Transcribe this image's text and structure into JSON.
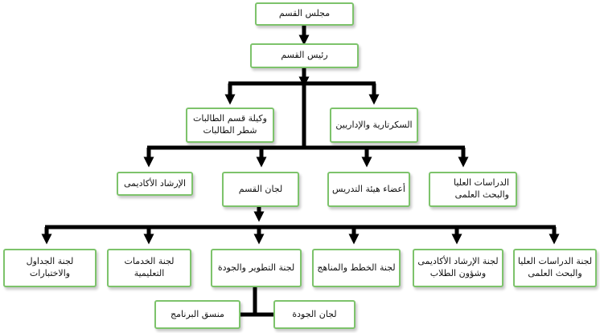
{
  "nodes": {
    "council": "مجلس القسم",
    "head": "رئيس القسم",
    "secretary": "السكرتارية والإداريين",
    "vice": "وكيلة قسم الطالبات\nشطر الطالبات",
    "grad_studies": "الدراسات العليا\nوالبحث العلمى",
    "faculty": "أعضاء هيئة التدريس",
    "committees": "لجان القسم",
    "advising": "الإرشاد الأكاديمى",
    "c_grad": "لجنة الدراسات العليا\nوالبحث العلمى",
    "c_advising": "لجنة الإرشاد الأكاديمى\nوشؤون الطلاب",
    "c_plans": "لجنة الخطط والمناهج",
    "c_dev": "لجنة التطوير والجودة",
    "c_services": "لجنة الخدمات\nالتعليمية",
    "c_schedules": "لجنة الجداول\nوالاختبارات",
    "quality": "لجان الجودة",
    "coordinator": "منسق البرنامج"
  },
  "colors": {
    "border": "#7dc36b",
    "connector": "#000000"
  }
}
